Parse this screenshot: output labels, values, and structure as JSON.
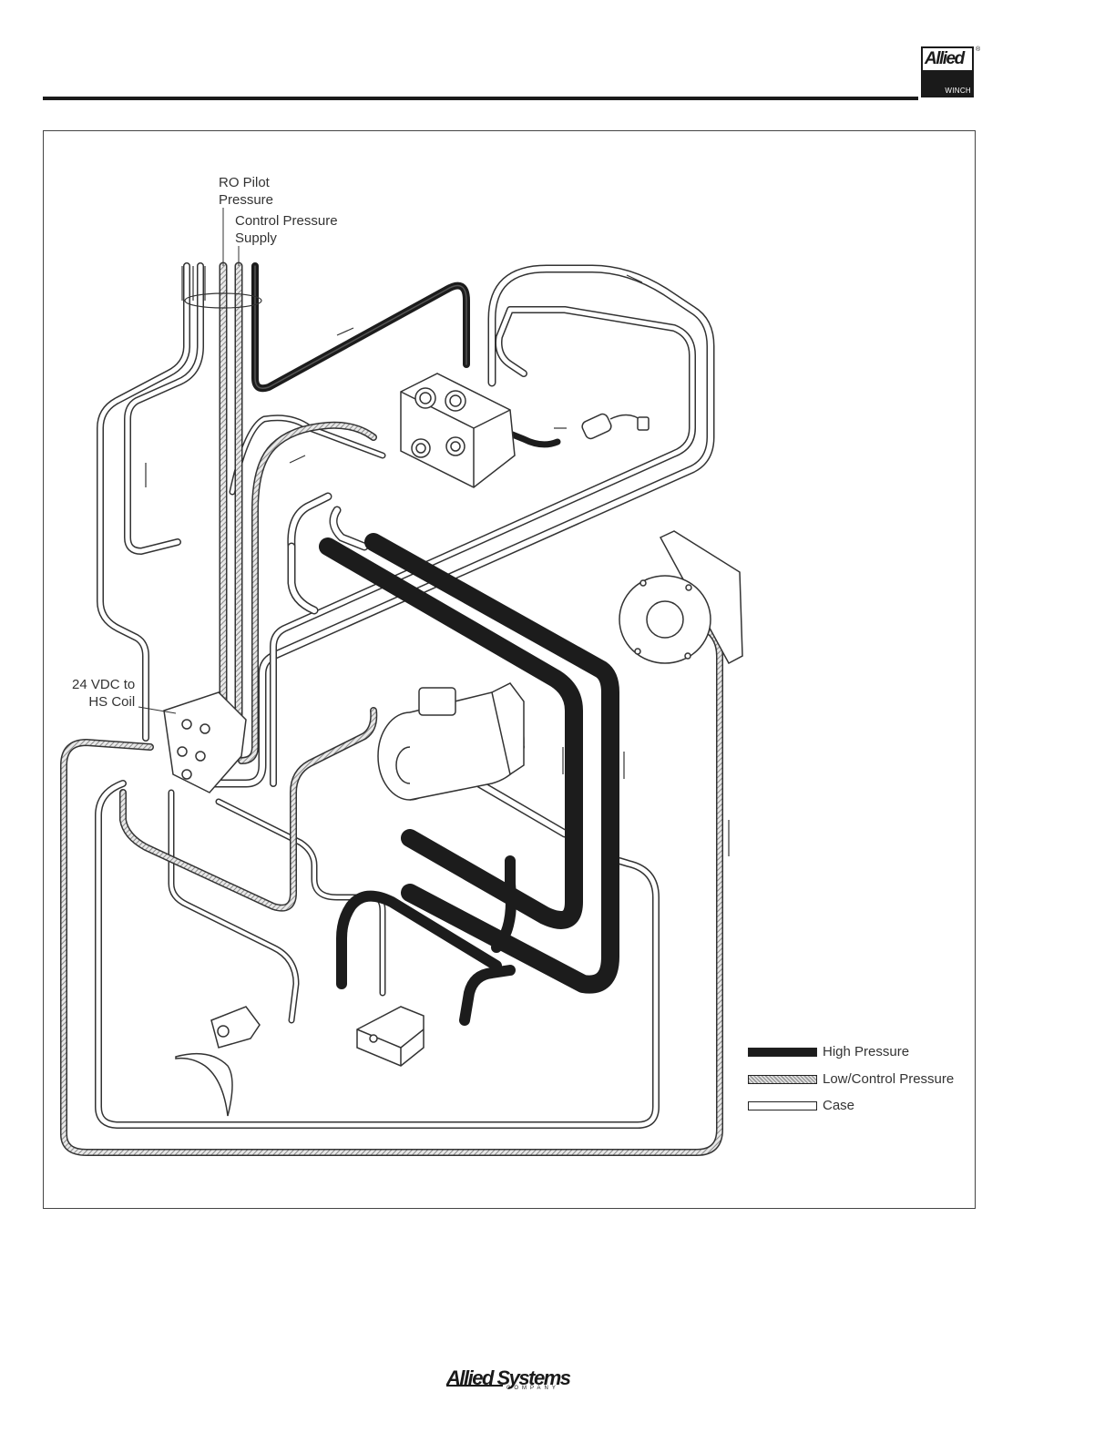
{
  "header": {
    "logo_brand": "Allied",
    "logo_sub": "WINCH",
    "logo_registered": "®"
  },
  "diagram": {
    "callouts": {
      "ro_pilot": "RO Pilot\nPressure",
      "control_supply": "Control Pressure\nSupply",
      "hs_coil": "24 VDC to\nHS Coil"
    },
    "legend": [
      {
        "label": "High Pressure",
        "style": "solid-black"
      },
      {
        "label": "Low/Control Pressure",
        "style": "hatched"
      },
      {
        "label": "Case",
        "style": "outline"
      }
    ],
    "colors": {
      "high_pressure": "#1c1c1c",
      "low_pressure_hatch": "#9a9a9a",
      "case_line": "#ffffff",
      "outline": "#333333"
    }
  },
  "footer": {
    "brand": "Allied Systems",
    "sub": "COMPANY"
  }
}
